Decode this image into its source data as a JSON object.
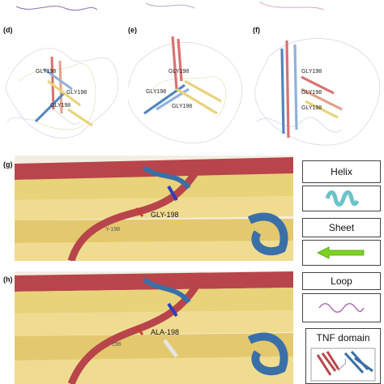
{
  "panels": {
    "d": {
      "letter": "(d)",
      "labels": [
        "GLY198",
        "GLY198",
        "GLY198"
      ]
    },
    "e": {
      "letter": "(e)",
      "labels": [
        "GLY198",
        "GLY198",
        "GLY198"
      ]
    },
    "f": {
      "letter": "(f)",
      "labels": [
        "GLY198",
        "GLY198",
        "GLY198"
      ]
    },
    "g": {
      "letter": "(g)",
      "labels": [
        "GLY-198",
        "Y-198"
      ]
    },
    "h": {
      "letter": "(h)",
      "labels": [
        "ALA-198",
        "196"
      ]
    }
  },
  "legend": {
    "helix": "Helix",
    "sheet": "Sheet",
    "loop": "Loop",
    "tnf": "TNF domain"
  },
  "colors": {
    "helix": "#d9716f",
    "sheet": "#e9d27a",
    "loop_blue": "#4f86c0",
    "helix_legend": "#6cc3c8",
    "sheet_legend": "#7ed321",
    "loop_legend": "#b06bb5"
  }
}
